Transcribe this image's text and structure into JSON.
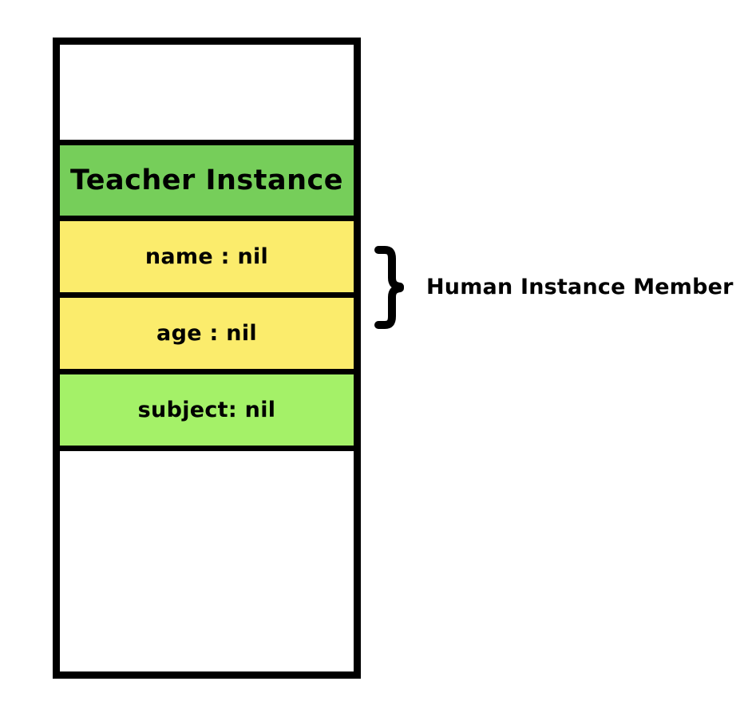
{
  "diagram": {
    "type": "memory-layout-block-diagram",
    "title_row": {
      "label": "Teacher Instance",
      "color": "#76CE5A"
    },
    "rows": [
      {
        "name": "empty-top-slot",
        "label": "",
        "color": "#FFFFFF",
        "kind": "padding"
      },
      {
        "name": "teacher-instance-header",
        "label": "Teacher Instance",
        "color": "#76CE5A",
        "kind": "header"
      },
      {
        "name": "name-field",
        "label": "name : nil",
        "color": "#FBEC6C",
        "kind": "inherited-member"
      },
      {
        "name": "age-field",
        "label": "age : nil",
        "color": "#FBEC6C",
        "kind": "inherited-member"
      },
      {
        "name": "subject-field",
        "label": "subject: nil",
        "color": "#A4F168",
        "kind": "own-member"
      },
      {
        "name": "empty-bottom-slot",
        "label": "",
        "color": "#FFFFFF",
        "kind": "padding"
      }
    ],
    "annotation": {
      "brace": "}",
      "label": "Human Instance Member",
      "covers": [
        "name : nil",
        "age : nil"
      ]
    },
    "colors": {
      "outline": "#000000",
      "background": "#FFFFFF",
      "header_green": "#76CE5A",
      "member_yellow": "#FBEC6C",
      "subject_green": "#A4F168",
      "text": "#000000"
    }
  }
}
